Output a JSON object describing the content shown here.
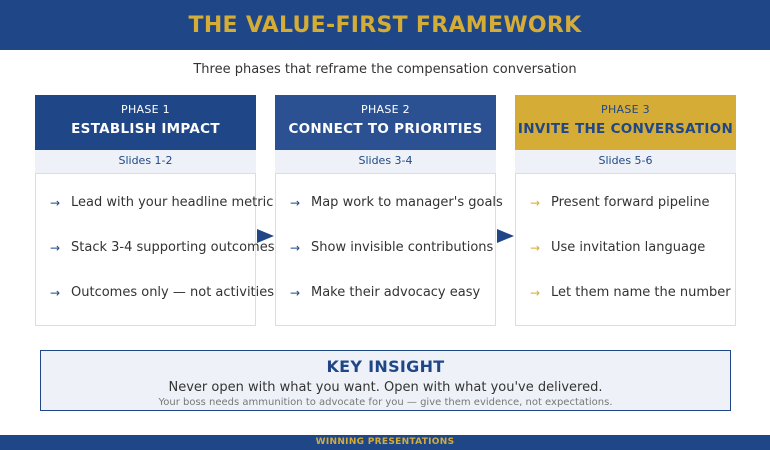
{
  "header": {
    "title": "THE VALUE-FIRST FRAMEWORK",
    "subtitle": "Three phases that reframe the compensation conversation"
  },
  "colors": {
    "navy": "#1f4788",
    "navy_2": "#2c5192",
    "gold": "#d4ac36",
    "light_band": "#eef2f8",
    "text": "#333333"
  },
  "phases": [
    {
      "label": "PHASE 1",
      "name": "ESTABLISH IMPACT",
      "slides": "Slides 1-2",
      "arrow": "→",
      "items": [
        "Lead with your headline metric",
        "Stack 3-4 supporting outcomes",
        "Outcomes only — not activities"
      ]
    },
    {
      "label": "PHASE 2",
      "name": "CONNECT TO PRIORITIES",
      "slides": "Slides 3-4",
      "arrow": "→",
      "items": [
        "Map work to manager's goals",
        "Show invisible contributions",
        "Make their advocacy easy"
      ]
    },
    {
      "label": "PHASE 3",
      "name": "INVITE THE CONVERSATION",
      "slides": "Slides 5-6",
      "arrow": "→",
      "items": [
        "Present forward pipeline",
        "Use invitation language",
        "Let them name the number"
      ]
    }
  ],
  "insight": {
    "title": "KEY INSIGHT",
    "main": "Never open with what you want. Open with what you've delivered.",
    "sub": "Your boss needs ammunition to advocate for you — give them evidence, not expectations."
  },
  "footer": {
    "text": "WINNING PRESENTATIONS"
  }
}
